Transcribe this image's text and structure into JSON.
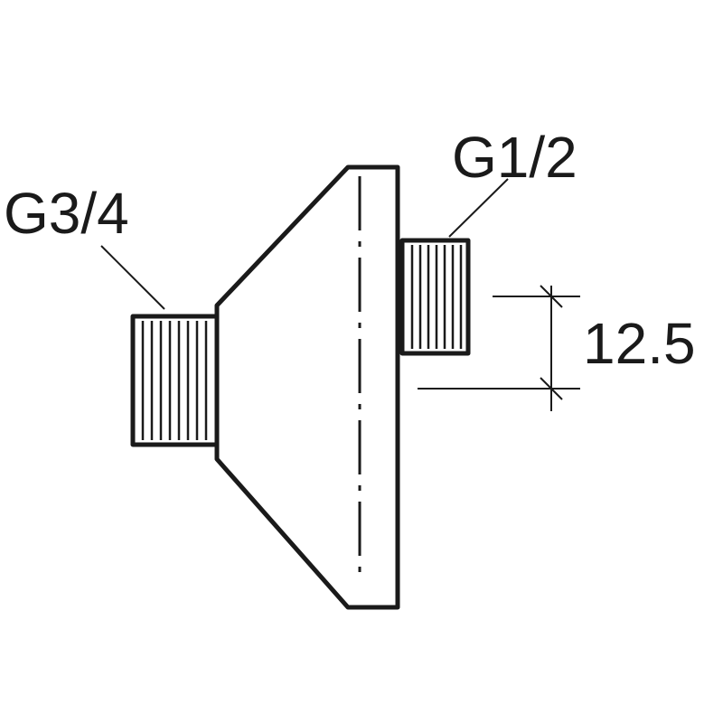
{
  "labels": {
    "left_thread": "G3/4",
    "right_thread": "G1/2",
    "dimension": "12.5"
  },
  "colors": {
    "stroke": "#1a1a1a",
    "background": "#ffffff"
  }
}
